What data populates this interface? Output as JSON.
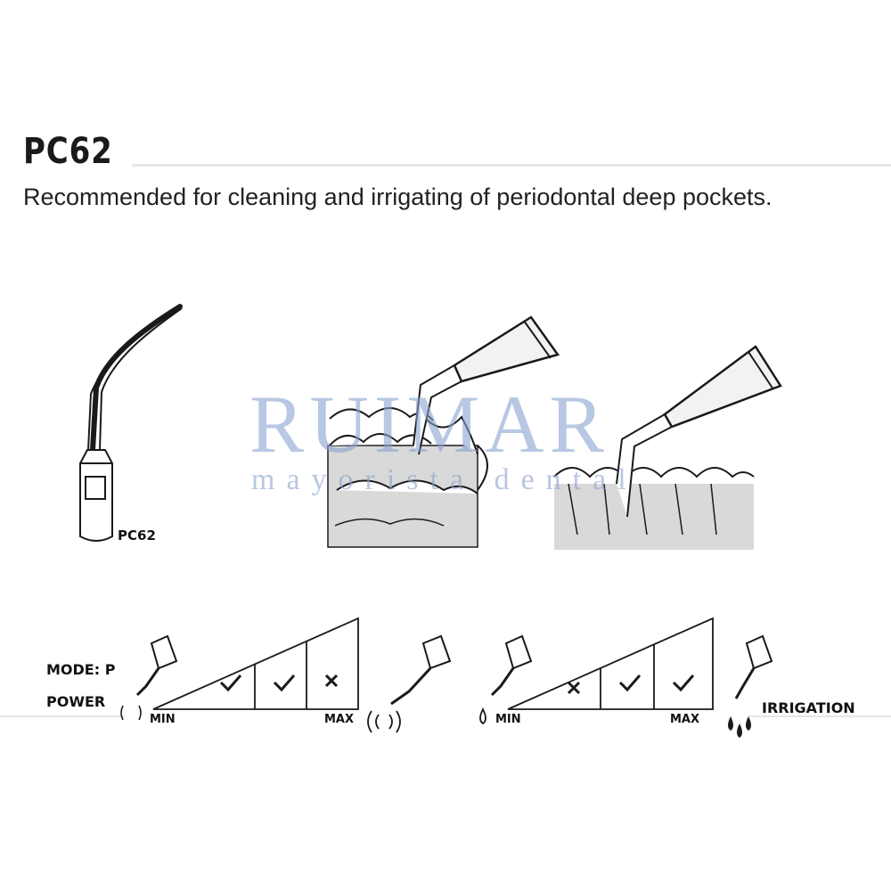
{
  "header": {
    "title": "PC62",
    "subtitle": "Recommended for cleaning and irrigating of periodontal deep pockets."
  },
  "tip_illustration": {
    "label": "PC62",
    "icon": "scaler-tip-icon"
  },
  "watermark": {
    "name": "RUIMAR",
    "tagline": "mayorista dental"
  },
  "settings": {
    "mode_label": "MODE: P",
    "power": {
      "label": "POWER",
      "min_label": "MIN",
      "max_label": "MAX",
      "levels": [
        "check",
        "check",
        "cross"
      ]
    },
    "irrigation": {
      "label": "IRRIGATION",
      "min_label": "MIN",
      "max_label": "MAX",
      "levels": [
        "cross",
        "check",
        "check"
      ]
    }
  },
  "colors": {
    "ink": "#1a1a1a",
    "rule": "#e6e6e6",
    "gum": "#d9d9d9",
    "watermark": "#8aa3cf"
  }
}
